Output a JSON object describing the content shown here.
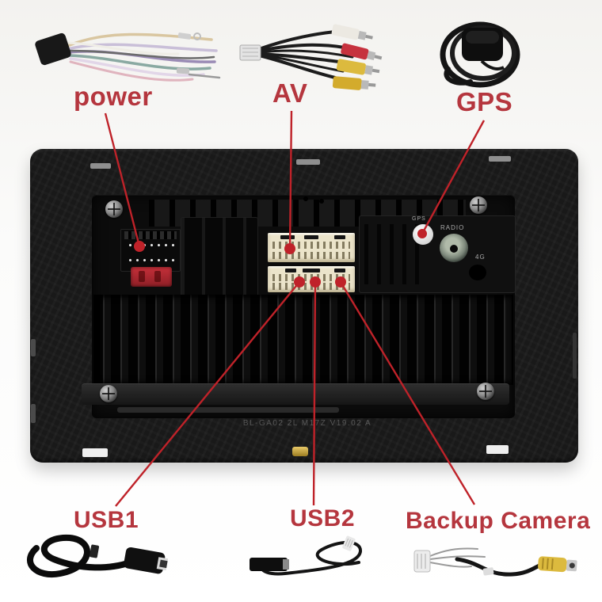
{
  "figure": {
    "description": "Rear view of car stereo head unit with cable callouts",
    "colors": {
      "label_red": "#b5363e",
      "annotation_line_red": "#bf2229",
      "device_black": "#191919",
      "connector_cream": "#ebe4ca",
      "fuse_red": "#c5303a",
      "rca_yellow": "#dcba3e",
      "rca_red": "#c6323e",
      "rca_white": "#ece9e2",
      "background": "#f7f6f3"
    }
  },
  "labels": {
    "power": "power",
    "av": "AV",
    "gps": "GPS",
    "usb1": "USB1",
    "usb2": "USB2",
    "backup_camera": "Backup Camera"
  },
  "device": {
    "markings": {
      "gps_jack": "GPS",
      "radio_jack": "RADIO",
      "cellular": "4G",
      "stamp": "BL-GA02 2L M17Z V19.02 A"
    }
  }
}
